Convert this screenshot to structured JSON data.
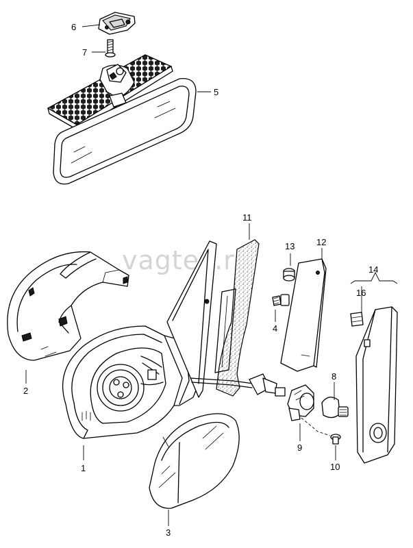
{
  "watermark": "vagtec.ru",
  "callouts": {
    "c1": "1",
    "c2": "2",
    "c3": "3",
    "c4": "4",
    "c5": "5",
    "c6": "6",
    "c7": "7",
    "c8": "8",
    "c9": "9",
    "c10": "10",
    "c11": "11",
    "c12": "12",
    "c13": "13",
    "c14": "14",
    "c16": "16"
  }
}
